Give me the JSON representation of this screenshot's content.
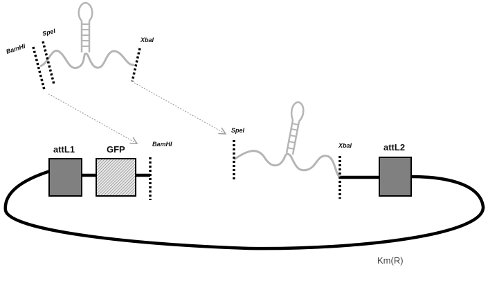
{
  "diagram": {
    "insert": {
      "sites": {
        "left_outer": "BamHI",
        "left_inner": "SpeI",
        "right": "XbaI"
      }
    },
    "plasmid": {
      "elements": {
        "attL1": "attL1",
        "gfp": "GFP",
        "attL2": "attL2"
      },
      "sites": {
        "bamhi": "BamHI",
        "spei": "SpeI",
        "xbai": "XbaI"
      },
      "marker": "Km(R)"
    },
    "colors": {
      "backbone": "#000000",
      "rna": "#b5b5b5",
      "att_box": "#808080",
      "arrow": "#a0a0a0"
    }
  }
}
